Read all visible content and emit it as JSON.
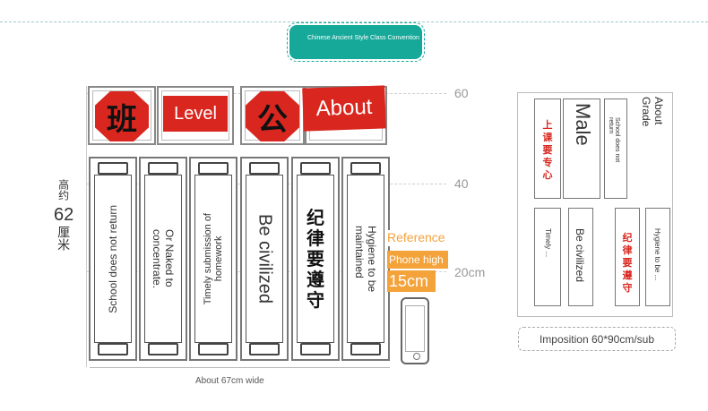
{
  "header": {
    "title": "Chinese Ancient Style Class Convention"
  },
  "ruler": {
    "marks": [
      "60",
      "40",
      "20cm"
    ]
  },
  "height_label": {
    "top": "高约",
    "value": "62",
    "unit": "厘米"
  },
  "width_label": "About 67cm wide",
  "top_signs": [
    {
      "char": "班",
      "word": "Level"
    },
    {
      "char": "公",
      "word": "About"
    }
  ],
  "panels": [
    {
      "text": "School does not return",
      "style": "ccw"
    },
    {
      "text": "Or Naked to\nconcentrate.",
      "style": "cw"
    },
    {
      "text": "Timely submission of\nhomework",
      "style": "ccw"
    },
    {
      "text": "Be civilized",
      "style": "cw-large"
    },
    {
      "text": "纪\n律\n要\n遵\n守",
      "style": "calligraphy"
    },
    {
      "text": "Hygiene to be\nmaintained",
      "style": "cw"
    }
  ],
  "reference": {
    "label": "Reference",
    "phone": "Phone high",
    "size": "15cm"
  },
  "preview": {
    "cells": [
      {
        "text": "上\n课\n要\n专\n心"
      },
      {
        "text": "Male"
      },
      {
        "text": "School does not\nreturn"
      },
      {
        "text": "About\nGrade"
      },
      {
        "text": "Timely ..."
      },
      {
        "text": "Be civilized"
      },
      {
        "text": "纪\n律\n要\n遵\n守"
      },
      {
        "text": "Hygiene to be ..."
      }
    ],
    "imposition": "Imposition 60*90cm/sub"
  },
  "colors": {
    "accent": "#16a99a",
    "red": "#d9271f",
    "orange": "#f4a23a"
  }
}
